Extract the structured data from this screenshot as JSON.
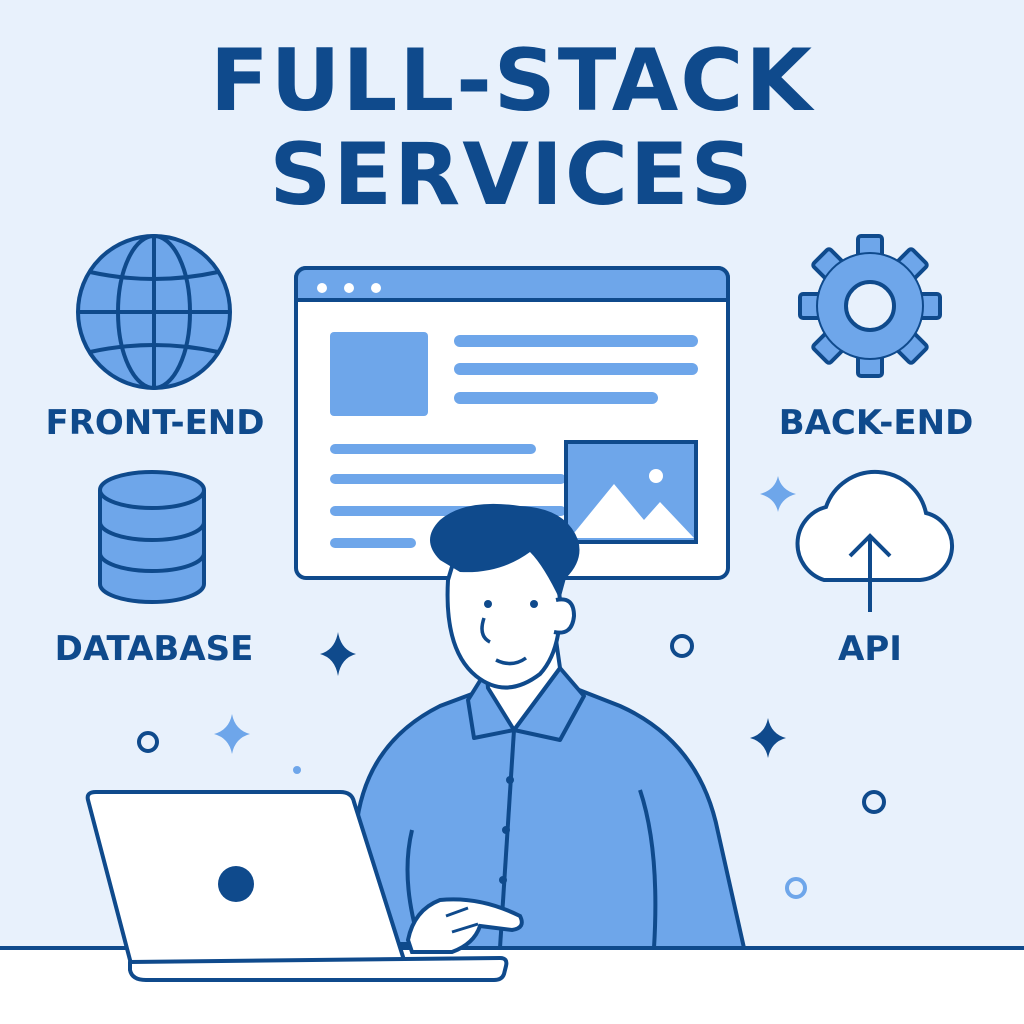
{
  "title": {
    "line1": "FULL-STACK",
    "line2": "SERVICES"
  },
  "services": {
    "front_end": {
      "label": "FRONT-END",
      "icon": "globe-icon"
    },
    "back_end": {
      "label": "BACK-END",
      "icon": "gear-icon"
    },
    "database": {
      "label": "DATABASE",
      "icon": "database-icon"
    },
    "api": {
      "label": "API",
      "icon": "cloud-upload-icon"
    }
  },
  "colors": {
    "background": "#e8f1fc",
    "primary_dark": "#0f4a8c",
    "accent": "#6ea6ea",
    "white": "#ffffff"
  }
}
